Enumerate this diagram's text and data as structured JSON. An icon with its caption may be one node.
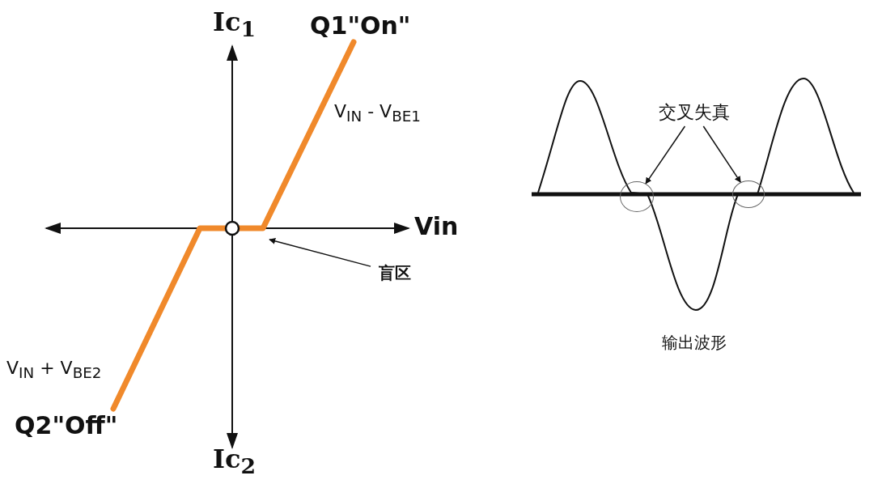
{
  "diagram": {
    "nodes": [
      {
        "text": [
          "盲区"
        ]
      },
      {
        "text": [
          "交叉失真"
        ]
      },
      {
        "text": [],
        "shape": "ellipse"
      },
      {
        "text": [],
        "shape": "ellipse"
      }
    ],
    "edges": [
      {
        "from": 0,
        "to": null,
        "arrow": "to"
      },
      {
        "from": 1,
        "to": 2,
        "arrow": "to"
      },
      {
        "from": 1,
        "to": 3,
        "arrow": "to"
      }
    ],
    "labels": [
      "Ic$_{1}$",
      "Q1\"On\"",
      "V$_{IN}$ - V$_{BE1}$",
      "Vin",
      "V$_{IN}$ + V$_{BE2}$",
      "Q2\"Off\"",
      "Ic$_{2}$",
      "输出波形"
    ]
  }
}
